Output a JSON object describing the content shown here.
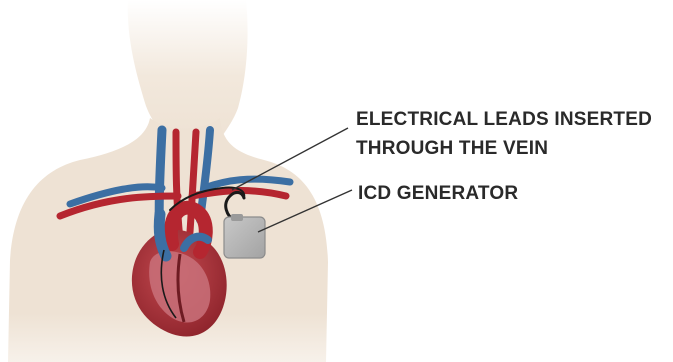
{
  "labels": {
    "leads_line1": "ELECTRICAL LEADS INSERTED",
    "leads_line2": "THROUGH THE VEIN",
    "generator": "ICD GENERATOR"
  },
  "colors": {
    "skin": "#eee2d4",
    "skin_fade": "#ffffff",
    "heart": "#a8323a",
    "heart_dark": "#6e1b22",
    "heart_interior": "#c9717a",
    "artery": "#b52630",
    "vein": "#3c6fa3",
    "device": "#b3b3b3",
    "device_edge": "#8c8c8c",
    "lead_wire": "#1a1a1a",
    "pointer_line": "#333333",
    "text": "#2a2a2a"
  }
}
